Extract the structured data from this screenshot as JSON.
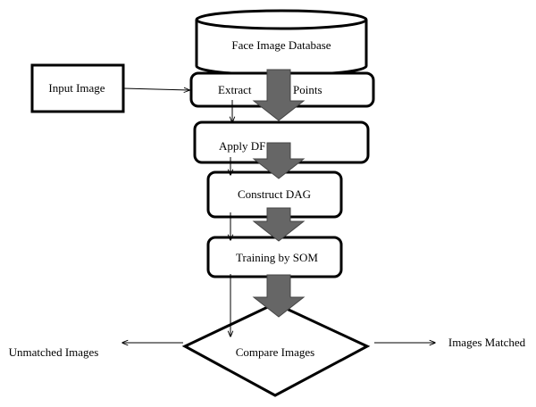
{
  "nodes": {
    "database": "Face Image Database",
    "input": "Input Image",
    "extract_left": "Extract",
    "extract_right": "Points",
    "apply": "Apply DF",
    "dag": "Construct DAG",
    "som": "Training by SOM",
    "compare": "Compare Images"
  },
  "outputs": {
    "unmatched": "Unmatched Images",
    "matched": "Images Matched"
  },
  "colors": {
    "stroke": "#000000",
    "block_arrow_fill": "#666666",
    "background": "#ffffff"
  }
}
